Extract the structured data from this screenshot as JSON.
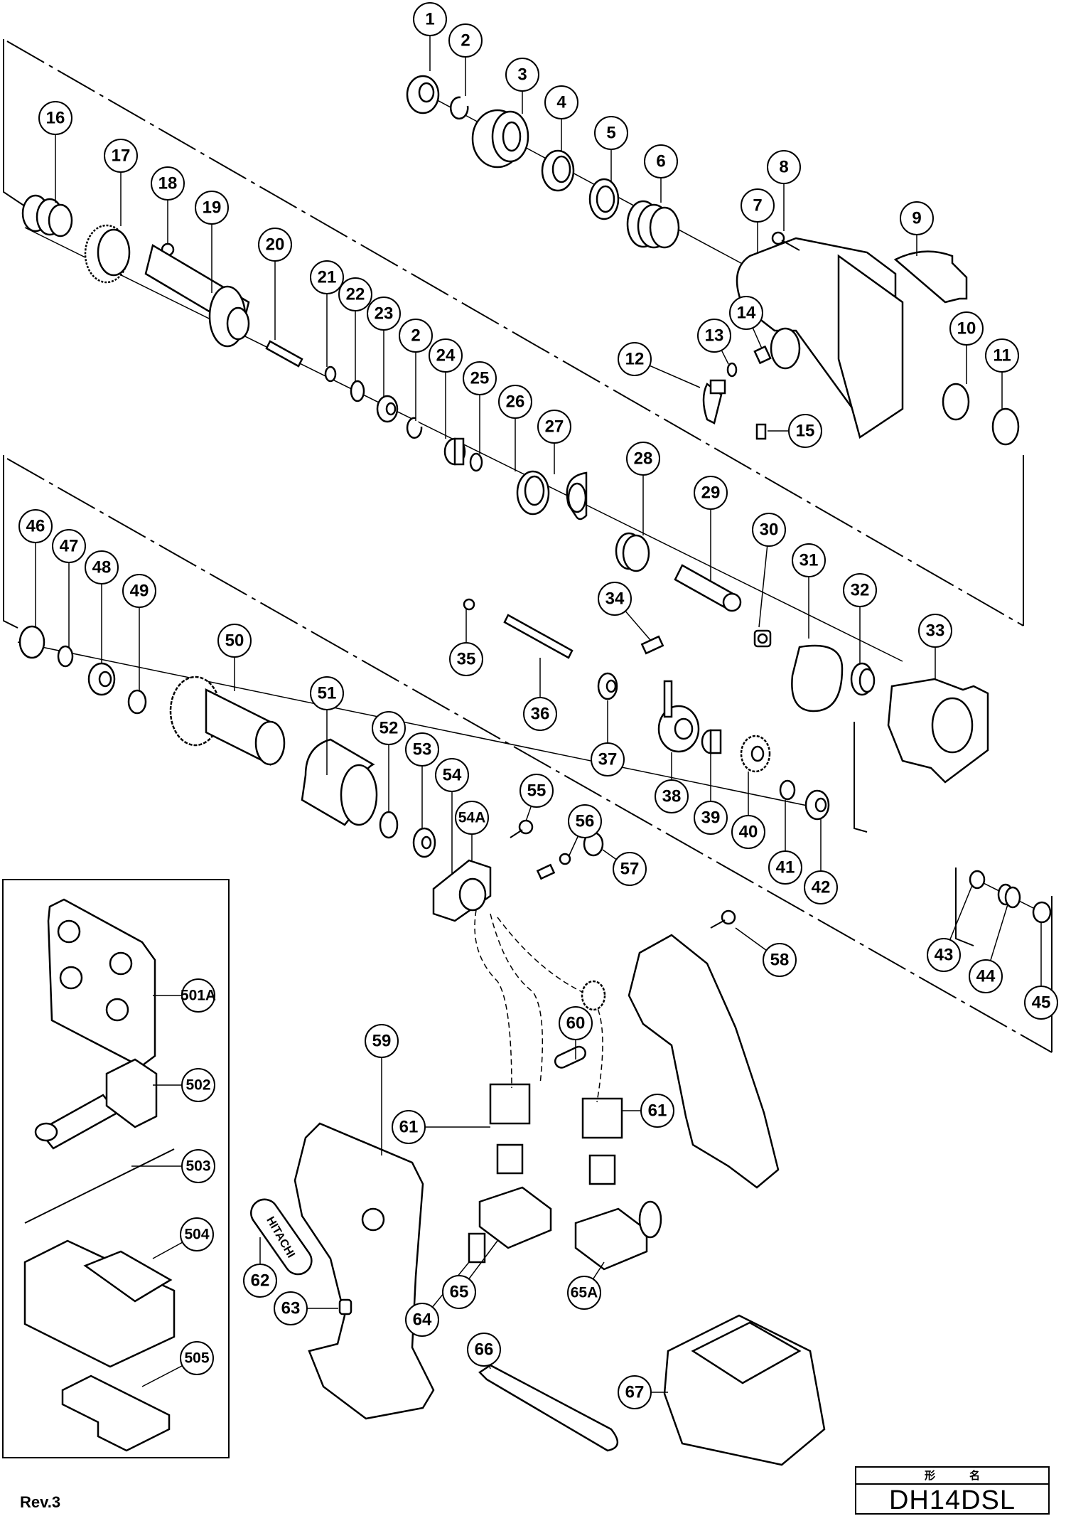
{
  "document": {
    "revision": "Rev.3",
    "model_label": {
      "char1": "形",
      "char2": "名"
    },
    "model_number": "DH14DSL",
    "logo_text": "HITACHI"
  },
  "callouts": {
    "p1": "1",
    "p2": "2",
    "p2b": "2",
    "p3": "3",
    "p4": "4",
    "p5": "5",
    "p6": "6",
    "p7": "7",
    "p8": "8",
    "p9": "9",
    "p10": "10",
    "p11": "11",
    "p12": "12",
    "p13": "13",
    "p14": "14",
    "p15": "15",
    "p16": "16",
    "p17": "17",
    "p18": "18",
    "p19": "19",
    "p20": "20",
    "p21": "21",
    "p22": "22",
    "p23": "23",
    "p24": "24",
    "p25": "25",
    "p26": "26",
    "p27": "27",
    "p28": "28",
    "p29": "29",
    "p30": "30",
    "p31": "31",
    "p32": "32",
    "p33": "33",
    "p34": "34",
    "p35": "35",
    "p36": "36",
    "p37": "37",
    "p38": "38",
    "p39": "39",
    "p40": "40",
    "p41": "41",
    "p42": "42",
    "p43": "43",
    "p44": "44",
    "p45": "45",
    "p46": "46",
    "p47": "47",
    "p48": "48",
    "p49": "49",
    "p50": "50",
    "p51": "51",
    "p52": "52",
    "p53": "53",
    "p54": "54",
    "p54A": "54A",
    "p55": "55",
    "p56": "56",
    "p57": "57",
    "p58": "58",
    "p59": "59",
    "p60": "60",
    "p61a": "61",
    "p61b": "61",
    "p62": "62",
    "p63": "63",
    "p64": "64",
    "p65": "65",
    "p65A": "65A",
    "p66": "66",
    "p67": "67"
  },
  "accessories": {
    "a501A": "501A",
    "a502": "502",
    "a503": "503",
    "a504": "504",
    "a505": "505"
  }
}
